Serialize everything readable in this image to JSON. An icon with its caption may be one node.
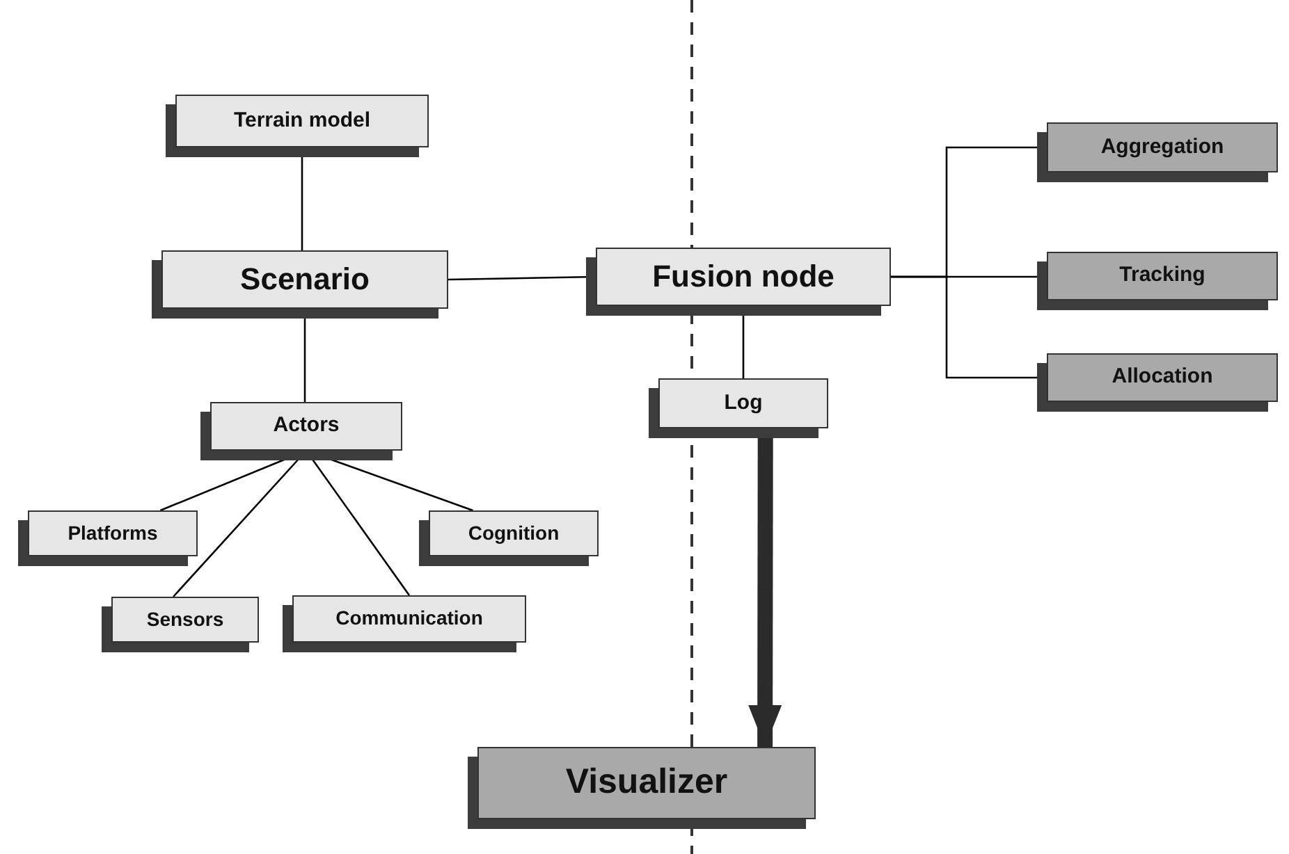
{
  "diagram": {
    "nodes": [
      {
        "text": [
          "Terrain model"
        ]
      },
      {
        "text": [
          "Aggregation"
        ]
      },
      {
        "text": [
          "Scenario"
        ]
      },
      {
        "text": [
          "Fusion node"
        ]
      },
      {
        "text": [
          "Tracking"
        ]
      },
      {
        "text": [
          "Allocation"
        ]
      },
      {
        "text": [
          "Log"
        ]
      },
      {
        "text": [
          "Actors"
        ]
      },
      {
        "text": [
          "Platforms"
        ]
      },
      {
        "text": [
          "Cognition"
        ]
      },
      {
        "text": [
          "Sensors"
        ]
      },
      {
        "text": [
          "Communication"
        ]
      },
      {
        "text": [
          "Visualizer"
        ]
      }
    ],
    "edges": [
      {
        "from": 0,
        "to": 2,
        "arrow": "none"
      },
      {
        "from": 2,
        "to": 3,
        "arrow": "none"
      },
      {
        "from": 3,
        "to": 1,
        "arrow": "none"
      },
      {
        "from": 3,
        "to": 4,
        "arrow": "none"
      },
      {
        "from": 3,
        "to": 5,
        "arrow": "none"
      },
      {
        "from": 3,
        "to": 6,
        "arrow": "none"
      },
      {
        "from": 2,
        "to": 7,
        "arrow": "none"
      },
      {
        "from": 7,
        "to": 8,
        "arrow": "none"
      },
      {
        "from": 7,
        "to": 9,
        "arrow": "none"
      },
      {
        "from": 7,
        "to": 10,
        "arrow": "none"
      },
      {
        "from": 7,
        "to": 11,
        "arrow": "none"
      },
      {
        "from": 6,
        "to": 12,
        "arrow": "to",
        "style": "thick"
      }
    ]
  }
}
